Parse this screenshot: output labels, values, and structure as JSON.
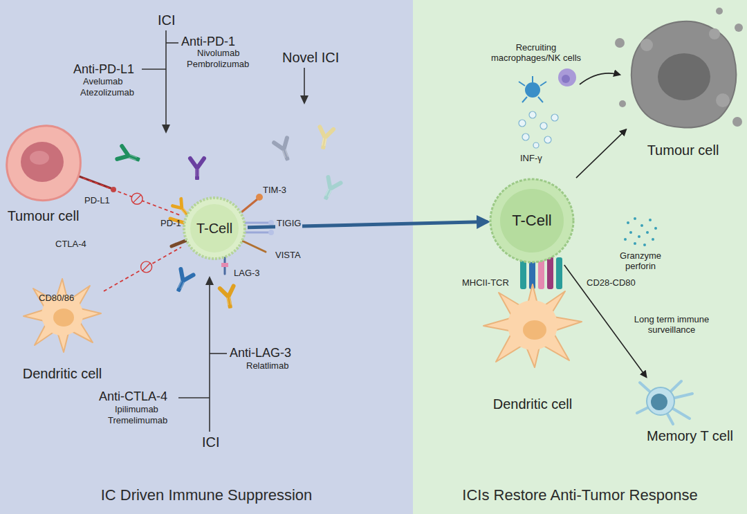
{
  "diagram": {
    "nodes": [
      {
        "text": [
          "IC Driven Immune Suppression"
        ]
      },
      {
        "text": [
          "ICIs Restore Anti-Tumor Response"
        ]
      },
      {
        "text": [
          "Tumour cell"
        ],
        "in": 0
      },
      {
        "text": [
          "T-Cell"
        ],
        "in": 0
      },
      {
        "text": [
          "Dendritic cell"
        ],
        "in": 0
      },
      {
        "text": [
          "Tumour cell"
        ],
        "in": 1
      },
      {
        "text": [
          "T-Cell"
        ],
        "in": 1
      },
      {
        "text": [
          "Dendritic cell"
        ],
        "in": 1
      },
      {
        "text": [
          "Memory T cell"
        ],
        "in": 1
      }
    ],
    "edges": [
      {
        "from": 2,
        "to": 3,
        "arrow": "none"
      },
      {
        "from": 4,
        "to": 3,
        "arrow": "none"
      },
      {
        "from": 3,
        "to": 6,
        "arrow": "to"
      },
      {
        "from": 6,
        "to": 5,
        "arrow": "to"
      },
      {
        "from": 6,
        "to": 8,
        "arrow": "to"
      }
    ],
    "labels": [
      "ICI",
      "Anti-PD-1",
      "Nivolumab",
      "Pembrolizumab",
      "Anti-PD-L1",
      "Avelumab",
      "Atezolizumab",
      "Novel ICI",
      "PD-L1",
      "PD-1",
      "CTLA-4",
      "TIM-3",
      "TIGIG",
      "VISTA",
      "LAG-3",
      "CD80/86",
      "Anti-LAG-3",
      "Relatlimab",
      "Anti-CTLA-4",
      "Ipilimumab",
      "Tremelimumab",
      "ICI",
      "Recruiting macrophages/NK cells",
      "INF-γ",
      "Granzyme perforin",
      "MHCII-TCR",
      "CD28-CD80",
      "Long term immune surveillance"
    ]
  }
}
